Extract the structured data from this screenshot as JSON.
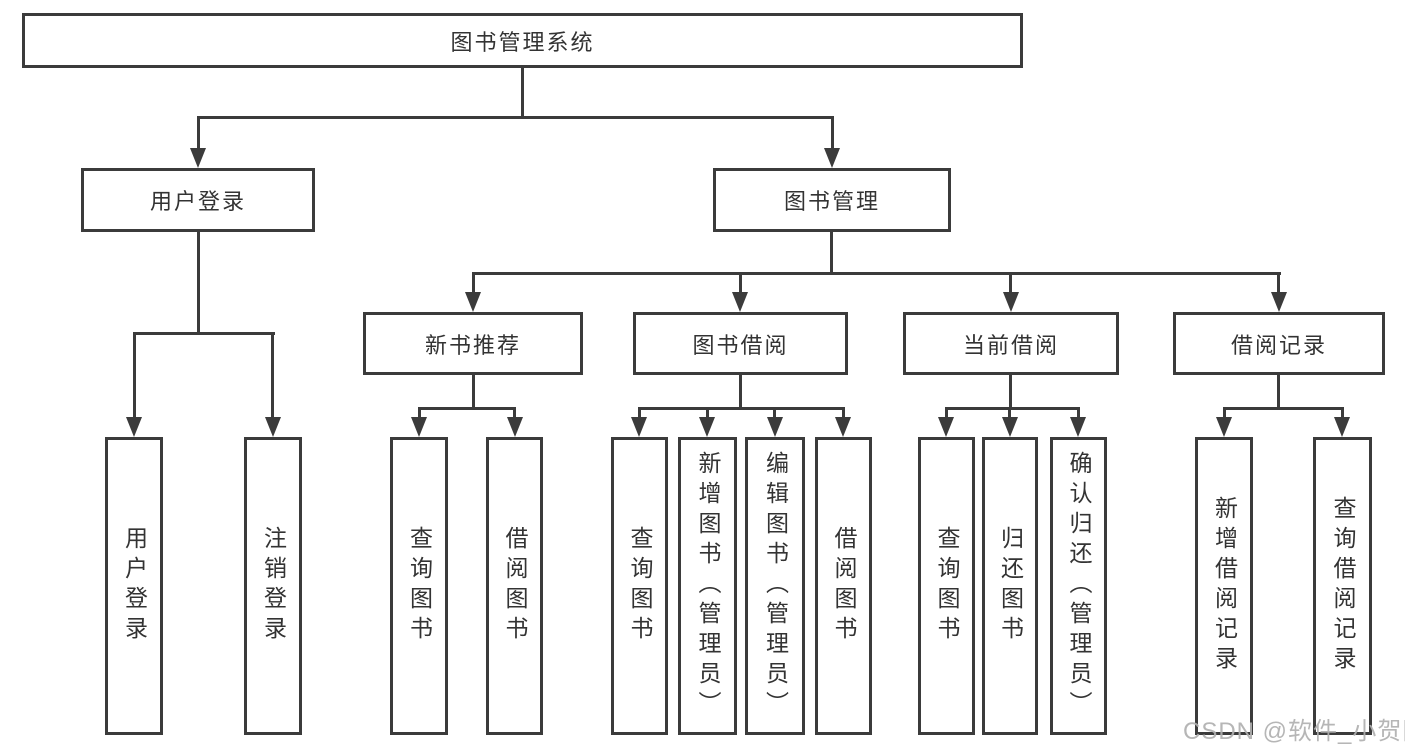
{
  "diagram": {
    "root": "图书管理系统",
    "branches": [
      {
        "label": "用户登录",
        "children": [
          "用户登录",
          "注销登录"
        ]
      },
      {
        "label": "图书管理",
        "children": [
          {
            "label": "新书推荐",
            "children": [
              "查询图书",
              "借阅图书"
            ]
          },
          {
            "label": "图书借阅",
            "children": [
              "查询图书",
              "新增图书（管理员）",
              "编辑图书（管理员）",
              "借阅图书"
            ]
          },
          {
            "label": "当前借阅",
            "children": [
              "查询图书",
              "归还图书",
              "确认归还（管理员）"
            ]
          },
          {
            "label": "借阅记录",
            "children": [
              "新增借阅记录",
              "查询借阅记录"
            ]
          }
        ]
      }
    ]
  },
  "watermark": "CSDN @软件_小贺同学",
  "colors": {
    "line": "#3b3b3b",
    "text": "#333333",
    "watermark": "#b0b0b0",
    "background": "#ffffff"
  }
}
